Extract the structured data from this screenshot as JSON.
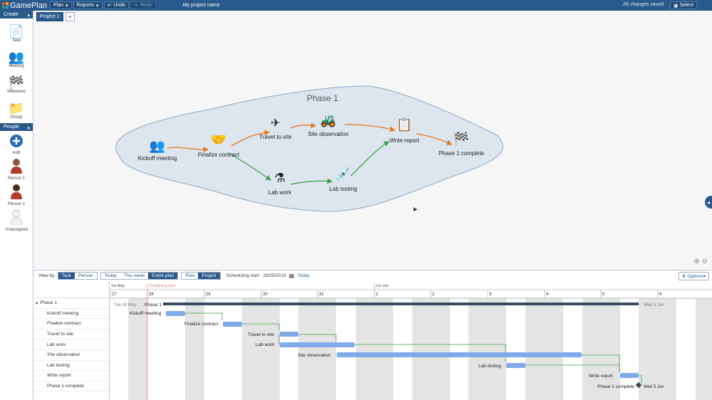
{
  "app": {
    "name": "GamePlan",
    "menu": {
      "plan": "Plan",
      "reports": "Reports",
      "undo": "Undo",
      "redo": "Redo"
    },
    "project_name": "My project name",
    "status": "All changes saved",
    "select_label": "Select",
    "colors": {
      "header": "#2a5a8c",
      "bar": "#7faaeb",
      "dependency": "#3f9e4d",
      "arrow": "#e07a1f"
    }
  },
  "sidebar": {
    "create_header": "Create",
    "create_items": [
      {
        "label": "Task",
        "icon": "task-icon"
      },
      {
        "label": "Meeting",
        "icon": "meeting-icon"
      },
      {
        "label": "Milestone",
        "icon": "flag-icon"
      },
      {
        "label": "Group",
        "icon": "folder-icon"
      }
    ],
    "people_header": "People",
    "people_items": [
      {
        "label": "Add",
        "icon": "add-icon"
      },
      {
        "label": "Person 1",
        "icon": "person-icon"
      },
      {
        "label": "Person 2",
        "icon": "person-icon"
      },
      {
        "label": "Unassigned",
        "icon": "person-outline-icon"
      }
    ]
  },
  "canvas": {
    "tabs": [
      {
        "label": "Project 1"
      }
    ],
    "add_tab": "+",
    "phase_title": "Phase 1",
    "nodes": [
      {
        "label": "Kickoff meeting",
        "icon": "meeting-icon"
      },
      {
        "label": "Finalize contract",
        "icon": "handshake-icon"
      },
      {
        "label": "Travel to site",
        "icon": "airplane-icon"
      },
      {
        "label": "Site observation",
        "icon": "excavator-icon"
      },
      {
        "label": "Lab work",
        "icon": "flask-icon"
      },
      {
        "label": "Lab testing",
        "icon": "pipette-icon"
      },
      {
        "label": "Write report",
        "icon": "report-icon"
      },
      {
        "label": "Phase 1 complete",
        "icon": "flag-icon"
      }
    ]
  },
  "gantt": {
    "view_by": "View by",
    "view_options": [
      "Task",
      "Person"
    ],
    "range_options": [
      "Today",
      "This week",
      "Entire plan"
    ],
    "mode_options": [
      "Plan",
      "Project"
    ],
    "scheduling_start_label": "Scheduling start",
    "scheduling_start_date": "28/05/2019",
    "today_link": "Today",
    "options_label": "Options",
    "month_labels": [
      "1st May",
      "1st Jun"
    ],
    "day_labels": [
      "27",
      "28",
      "29",
      "30",
      "31",
      "1",
      "2",
      "3",
      "4",
      "5",
      "6"
    ],
    "scheduling_start_marker": "Scheduling start",
    "phase_start": "Tue 28 May",
    "phase_end": "Wed 5 Jun",
    "milestone_date": "Wed 5 Jun",
    "rows": [
      {
        "label": "Phase 1",
        "type": "parent"
      },
      {
        "label": "Kickoff meeting",
        "type": "child"
      },
      {
        "label": "Finalize contract",
        "type": "child"
      },
      {
        "label": "Travel to site",
        "type": "child"
      },
      {
        "label": "Lab work",
        "type": "child"
      },
      {
        "label": "Site observation",
        "type": "child"
      },
      {
        "label": "Lab testing",
        "type": "child"
      },
      {
        "label": "Write report",
        "type": "child"
      },
      {
        "label": "Phase 1 complete",
        "type": "child"
      }
    ]
  }
}
